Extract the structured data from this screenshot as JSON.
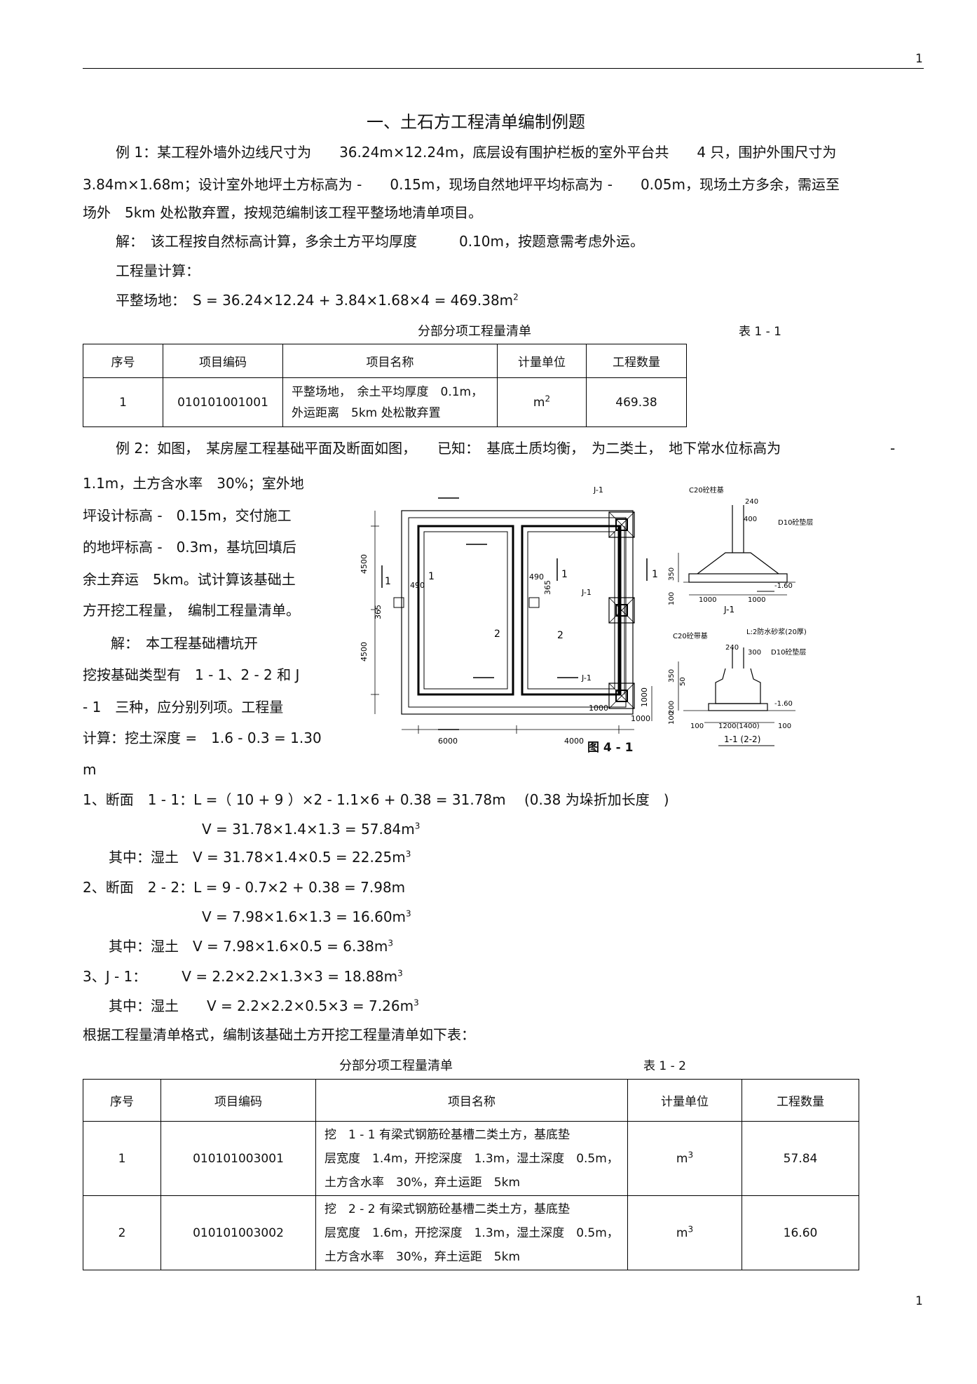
{
  "header": {
    "page_number": "1"
  },
  "title": "一、土石方工程清单编制例题",
  "ex1": {
    "lines": [
      "例 1：某工程外墙外边线尺寸为　　36.24m×12.24m，底层设有围护栏板的室外平台共　　4 只，围护外围尺寸为",
      "3.84m×1.68m；设计室外地坪土方标高为 -　　0.15m，现场自然地坪平均标高为 -　　0.05m，现场土方多余，需运至",
      "场外　5km 处松散弃置，按规范编制该工程平整场地清单项目。",
      "解：　该工程按自然标高计算，多余土方平均厚度　　　0.10m，按题意需考虑外运。",
      "工程量计算："
    ],
    "formula": "平整场地：　S = 36.24×12.24 + 3.84×1.68×4 = 469.38m",
    "formula_sup": "2"
  },
  "table1": {
    "caption": "分部分项工程量清单",
    "label": "表 1 - 1",
    "headers": [
      "序号",
      "项目编码",
      "项目名称",
      "计量单位",
      "工程数量"
    ],
    "row": {
      "no": "1",
      "code": "010101001001",
      "name_line1": "平整场地，　余土平均厚度　0.1m，",
      "name_line2": "外运距离　5km 处松散弃置",
      "unit": "m",
      "unit_sup": "2",
      "qty": "469.38"
    }
  },
  "ex2": {
    "line1": "例 2：如图，　某房屋工程基础平面及断面如图，　　已知：　基底土质均衡，　为二类土，　地下常水位标高为",
    "line1_tail": "-",
    "left_lines": [
      "1.1m，土方含水率　30%；室外地",
      "坪设计标高 -　0.15m，交付施工",
      "的地坪标高 -　0.3m，基坑回填后",
      "余土弃运　5km。试计算该基础土",
      "方开挖工程量，　编制工程量清单。"
    ],
    "sol_lines": [
      "　　解：　本工程基础槽坑开",
      "挖按基础类型有　1 - 1、2 - 2 和 J",
      "- 1　三种，应分别列项。工程量",
      "计算：挖土深度 =　1.6 - 0.3 = 1.30",
      "m"
    ],
    "figure_caption": "图 4 - 1",
    "calc": [
      {
        "text": "1、断面　1 - 1：L =（ 10 + 9 ）×2 - 1.1×6 + 0.38 = 31.78m　 (0.38 为垛折加长度　)",
        "sup": ""
      },
      {
        "text": "V = 31.78×1.4×1.3 = 57.84m",
        "sup": "3"
      },
      {
        "text": "其中：湿土　V = 31.78×1.4×0.5 = 22.25m",
        "sup": "3"
      },
      {
        "text": "2、断面　2 - 2：L = 9 - 0.7×2 + 0.38 = 7.98m",
        "sup": ""
      },
      {
        "text": "V = 7.98×1.6×1.3 = 16.60m",
        "sup": "3"
      },
      {
        "text": "其中：湿土　V = 7.98×1.6×0.5 = 6.38m",
        "sup": "3"
      },
      {
        "text": "3、J - 1：　　　V = 2.2×2.2×1.3×3 = 18.88m",
        "sup": "3"
      },
      {
        "text": "其中：湿土　　V = 2.2×2.2×0.5×3 = 7.26m",
        "sup": "3"
      },
      {
        "text": "根据工程量清单格式，编制该基础土方开挖工程量清单如下表：",
        "sup": ""
      }
    ]
  },
  "figure": {
    "plan_labels": {
      "j1": "J-1",
      "cut1": "1",
      "cut2": "2",
      "dim_4500a": "4500",
      "dim_4500b": "4500",
      "dim_6000": "6000",
      "dim_4000": "4000",
      "dim_490a": "490",
      "dim_490b": "490",
      "dim_365": "365",
      "dim_1000": "1000"
    },
    "j1_section": {
      "c20": "C20砼柱基",
      "d10": "D10砼垫层",
      "d240": "240",
      "d400": "400",
      "d350": "350",
      "d100": "100",
      "d1000": "1000",
      "elev": "-1.60",
      "name": "J-1"
    },
    "strip_section": {
      "c20": "C20砼带基",
      "waterproof": "L:2防水砂浆(20厚)",
      "d10": "D10砼垫层",
      "d240": "240",
      "d300": "300",
      "d350": "350",
      "d50": "50",
      "d200": "200",
      "d100": "100",
      "d1200": "1200(1400)",
      "elev": "-1.60",
      "name": "1-1 (2-2)"
    }
  },
  "table2": {
    "caption": "分部分项工程量清单",
    "label": "表 1 - 2",
    "headers": [
      "序号",
      "项目编码",
      "项目名称",
      "计量单位",
      "工程数量"
    ],
    "rows": [
      {
        "no": "1",
        "code": "010101003001",
        "name": [
          "挖　1 - 1 有梁式钢筋砼基槽二类土方，基底垫",
          "层宽度　1.4m，开挖深度　1.3m，湿土深度　0.5m，",
          "土方含水率　30%，弃土运距　5km"
        ],
        "unit": "m",
        "unit_sup": "3",
        "qty": "57.84"
      },
      {
        "no": "2",
        "code": "010101003002",
        "name": [
          "挖　2 - 2 有梁式钢筋砼基槽二类土方，基底垫",
          "层宽度　1.6m，开挖深度　1.3m，湿土深度　0.5m，",
          "土方含水率　30%，弃土运距　5km"
        ],
        "unit": "m",
        "unit_sup": "3",
        "qty": "16.60"
      }
    ]
  },
  "footer": {
    "page_number": "1"
  }
}
